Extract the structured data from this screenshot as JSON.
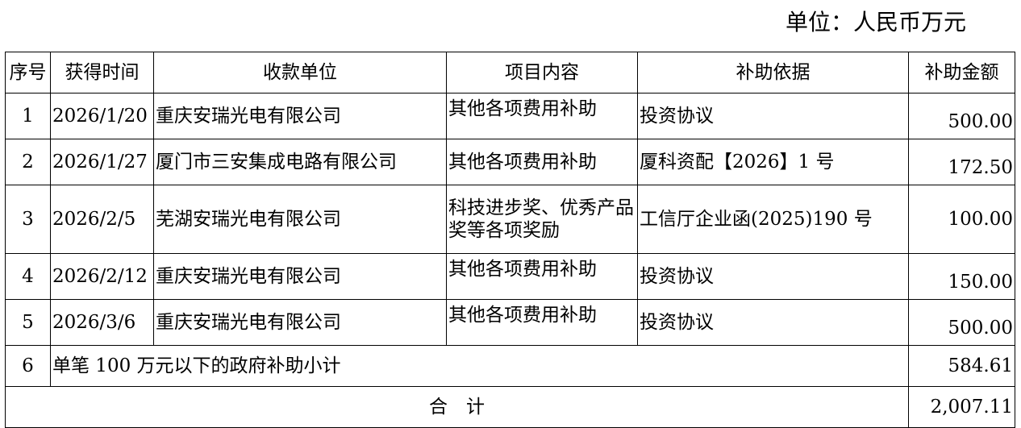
{
  "unit_label": "单位：人民币万元",
  "headers": [
    "序号",
    "获得时间",
    "收款单位",
    "项目内容",
    "补助依据",
    "补助金额"
  ],
  "rows": [
    {
      "no": "1",
      "date": "2026/1/20",
      "payee": "重庆安瑞光电有限公司",
      "content": "其他各项费用补助",
      "basis": "投资协议",
      "amount": "500.00"
    },
    {
      "no": "2",
      "date": "2026/1/27",
      "payee": "厦门市三安集成电路有限公司",
      "content": "其他各项费用补助",
      "basis": "厦科资配【2026】1 号",
      "amount": "172.50"
    },
    {
      "no": "3",
      "date": "2026/2/5",
      "payee": "芜湖安瑞光电有限公司",
      "content": "科技进步奖、优秀产品奖等各项奖励",
      "basis": "工信厅企业函(2025)190 号",
      "amount": "100.00"
    },
    {
      "no": "4",
      "date": "2026/2/12",
      "payee": "重庆安瑞光电有限公司",
      "content": "其他各项费用补助",
      "basis": "投资协议",
      "amount": "150.00"
    },
    {
      "no": "5",
      "date": "2026/3/6",
      "payee": "重庆安瑞光电有限公司",
      "content": "其他各项费用补助",
      "basis": "投资协议",
      "amount": "500.00"
    }
  ],
  "subtotal": {
    "no": "6",
    "label": "单笔 100 万元以下的政府补助小计",
    "amount": "584.61"
  },
  "total": {
    "label": "合　计",
    "amount": "2,007.11"
  }
}
